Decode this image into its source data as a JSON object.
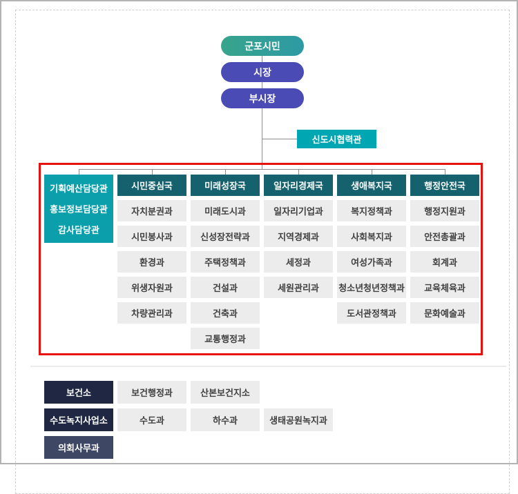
{
  "chart": {
    "citizens": "군포시민",
    "mayor": "시장",
    "vice_mayor": "부시장",
    "new_town_office": "신도시협력관",
    "staff_offices": [
      "기획예산담당관",
      "홍보정보담당관",
      "감사담당관"
    ],
    "bureaus": [
      {
        "name": "시민중심국",
        "divisions": [
          "자치분권과",
          "시민봉사과",
          "환경과",
          "위생자원과",
          "차량관리과"
        ]
      },
      {
        "name": "미래성장국",
        "divisions": [
          "미래도시과",
          "신성장전략과",
          "주택정책과",
          "건설과",
          "건축과",
          "교통행정과"
        ]
      },
      {
        "name": "일자리경제국",
        "divisions": [
          "일자리기업과",
          "지역경제과",
          "세정과",
          "세원관리과"
        ]
      },
      {
        "name": "생애복지국",
        "divisions": [
          "복지정책과",
          "사회복지과",
          "여성가족과",
          "청소년청년정책과",
          "도서관정책과"
        ]
      },
      {
        "name": "행정안전국",
        "divisions": [
          "행정지원과",
          "안전총괄과",
          "회계과",
          "교육체육과",
          "문화예술과"
        ]
      }
    ],
    "affiliated": [
      {
        "name": "보건소",
        "divisions": [
          "보건행정과",
          "산본보건지소"
        ]
      },
      {
        "name": "수도녹지사업소",
        "divisions": [
          "수도과",
          "하수과",
          "생태공원녹지과"
        ]
      },
      {
        "name": "의회사무과",
        "divisions": []
      }
    ],
    "colors": {
      "citizens_pill_start": "#37a48c",
      "citizens_pill_end": "#2d9aa4",
      "mayor_pill": "#4a4bb5",
      "office_teal": "#00a7b3",
      "staff_teal": "#0b9fab",
      "bureau_header": "#15616e",
      "division_bg": "#ececec",
      "affiliated_dark": "#1f2743",
      "council_slate": "#3e4763",
      "highlight_red": "#e8100c"
    }
  }
}
